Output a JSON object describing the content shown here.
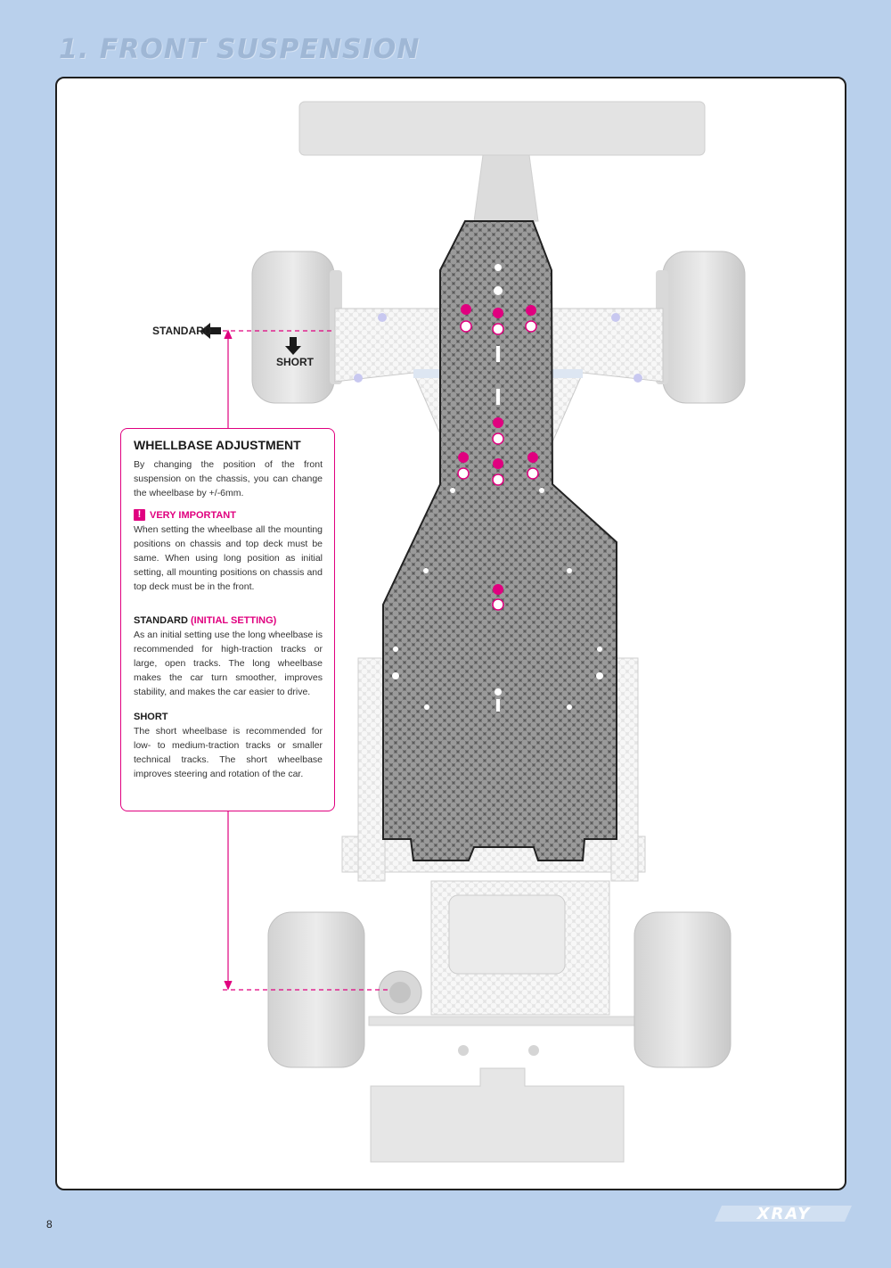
{
  "header": {
    "title": "1. FRONT SUSPENSION"
  },
  "diagram": {
    "label_standard": "STANDARD",
    "label_short": "SHORT"
  },
  "infobox": {
    "title": "WHELLBASE ADJUSTMENT",
    "intro": "By changing the position of the front suspension on the chassis, you can change the wheelbase by +/-6mm.",
    "warning_icon": "!",
    "warning_title": "VERY IMPORTANT",
    "warning_text": "When setting the wheelbase all the mounting positions on chassis and top deck must be same. When using long position as initial setting, all mounting positions on chassis and top deck must be in the front.",
    "standard_title": "STANDARD",
    "standard_tag": "(INITIAL SETTING)",
    "standard_text": "As an initial setting use the long wheelbase is recommended for high-traction tracks or large, open tracks. The long wheelbase makes the car turn smoother, improves stability, and makes the car easier to drive.",
    "short_title": "SHORT",
    "short_text": "The short wheelbase is recommended for low- to medium-traction tracks or smaller technical tracks. The short wheelbase improves steering and rotation of the car."
  },
  "footer": {
    "page_number": "8",
    "logo_text": "XRAY"
  },
  "colors": {
    "background": "#b9d0ec",
    "accent": "#e0007f",
    "frame_border": "#1f1f1f"
  }
}
